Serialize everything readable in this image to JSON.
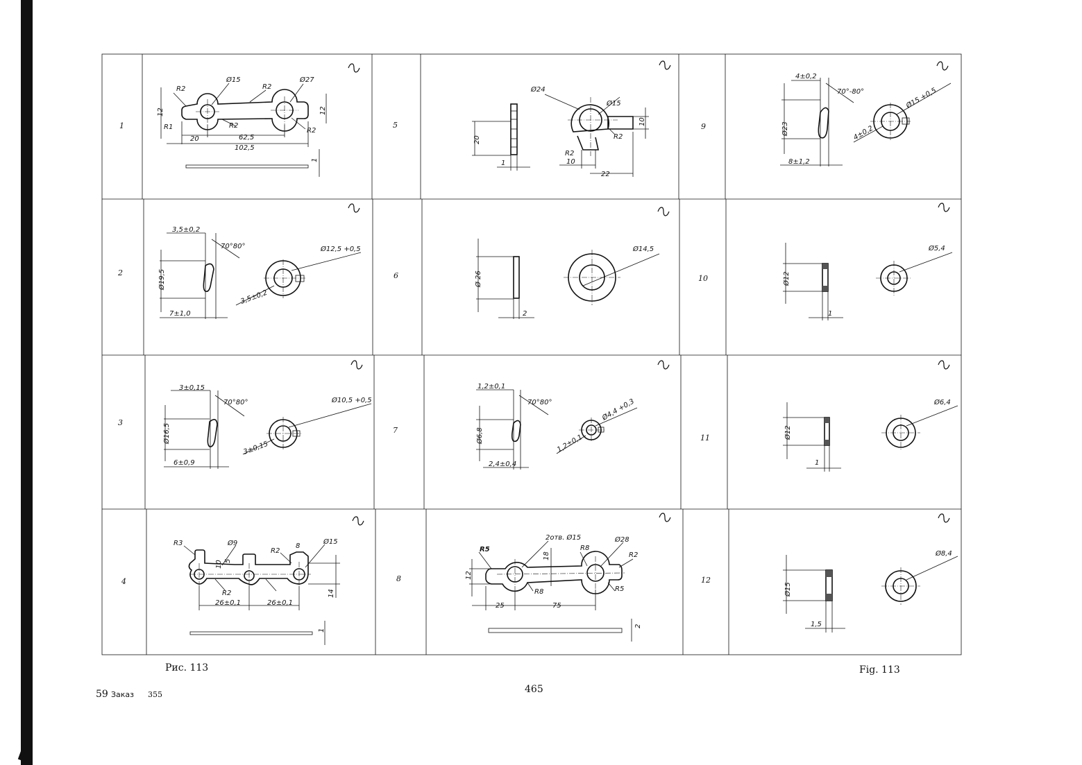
{
  "figure": {
    "caption_ru": "Рис. 113",
    "caption_en": "Fig. 113"
  },
  "footer": {
    "sheet_no": "59",
    "order_label": "Заказ",
    "order_no": "355",
    "page_no": "465"
  },
  "cells": [
    {
      "no": "1",
      "dims": [
        "R2",
        "Ø15",
        "R2",
        "Ø27",
        "12",
        "12",
        "R1",
        "20",
        "R2",
        "62,5",
        "R2",
        "102,5",
        "1"
      ]
    },
    {
      "no": "2",
      "dims": [
        "3,5±0,2",
        "70°80°",
        "Ø12,5 +0,5",
        "Ø19,5",
        "3,5±0,2",
        "7±1,0"
      ]
    },
    {
      "no": "3",
      "dims": [
        "3±0,15",
        "70°80°",
        "Ø10,5 +0,5",
        "Ø16,5",
        "3±0,15",
        "6±0,9"
      ]
    },
    {
      "no": "4",
      "dims": [
        "R3",
        "Ø9",
        "R2",
        "8",
        "Ø15",
        "10",
        "5",
        "R2",
        "14",
        "26±0,1",
        "26±0,1",
        "1"
      ]
    },
    {
      "no": "5",
      "dims": [
        "Ø24",
        "Ø15",
        "10",
        "20",
        "R2",
        "R2",
        "10",
        "1",
        "22"
      ]
    },
    {
      "no": "6",
      "dims": [
        "Ø14,5",
        "Ø 26",
        "2"
      ]
    },
    {
      "no": "7",
      "dims": [
        "1,2±0,1",
        "70°80°",
        "Ø6,8",
        "Ø4,4 +0,3",
        "1,2±0,1",
        "2,4±0,4"
      ]
    },
    {
      "no": "8",
      "dims": [
        "2отв. Ø15",
        "Ø28",
        "R5",
        "18",
        "R8",
        "R2",
        "12",
        "R8",
        "R5",
        "25",
        "75",
        "2"
      ]
    },
    {
      "no": "9",
      "dims": [
        "4±0,2",
        "70°-80°",
        "Ø15 +0,5",
        "Ø23",
        "4±0,2",
        "8±1,2"
      ]
    },
    {
      "no": "10",
      "dims": [
        "Ø5,4",
        "Ø12",
        "1"
      ]
    },
    {
      "no": "11",
      "dims": [
        "Ø6,4",
        "Ø12",
        "1"
      ]
    },
    {
      "no": "12",
      "dims": [
        "Ø8,4",
        "Ø15",
        "1,5"
      ]
    }
  ]
}
